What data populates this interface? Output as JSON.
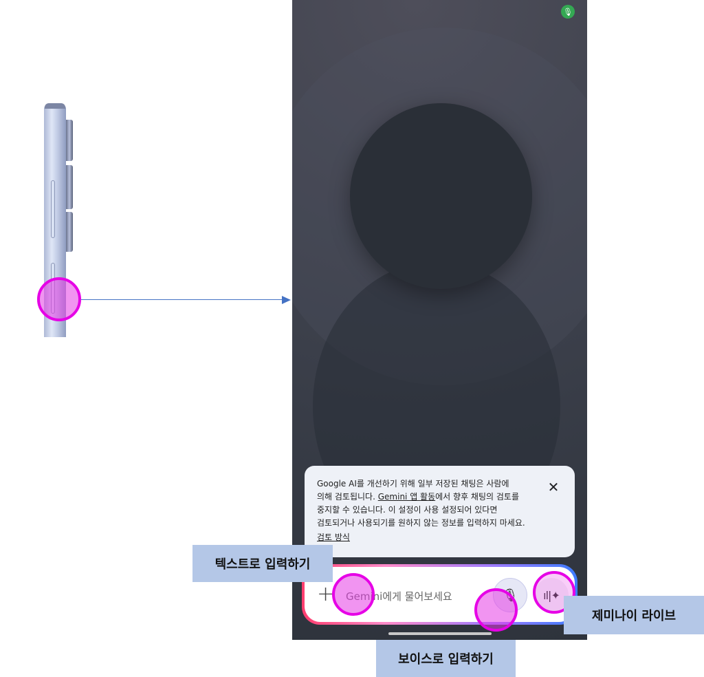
{
  "notice": {
    "line1": "Google AI를 개선하기 위해 일부 저장된 채팅은 사람에",
    "line2_pre": "의해 검토됩니다. ",
    "line2_link": "Gemini 앱 활동",
    "line2_post": "에서 향후 채팅의 검토를",
    "line3": "중지할 수 있습니다. 이 설정이 사용 설정되어 있다면",
    "line4": "검토되거나 사용되기를 원하지 않는 정보를 입력하지 마세요.",
    "link": "검토 방식",
    "close_glyph": "✕"
  },
  "input": {
    "placeholder": "Gemini에게 물어보세요",
    "plus_glyph": "+",
    "mic_glyph": "🎙",
    "live_glyph": "ıl|✦"
  },
  "status": {
    "mic_badge_glyph": "🎙"
  },
  "labels": {
    "text_input": "텍스트로 입력하기",
    "voice_input": "보이스로 입력하기",
    "gemini_live": "제미나이 라이브"
  },
  "colors": {
    "highlight": "#e600e6",
    "label_bg": "#b4c7e7",
    "arrow": "#4472c4"
  }
}
